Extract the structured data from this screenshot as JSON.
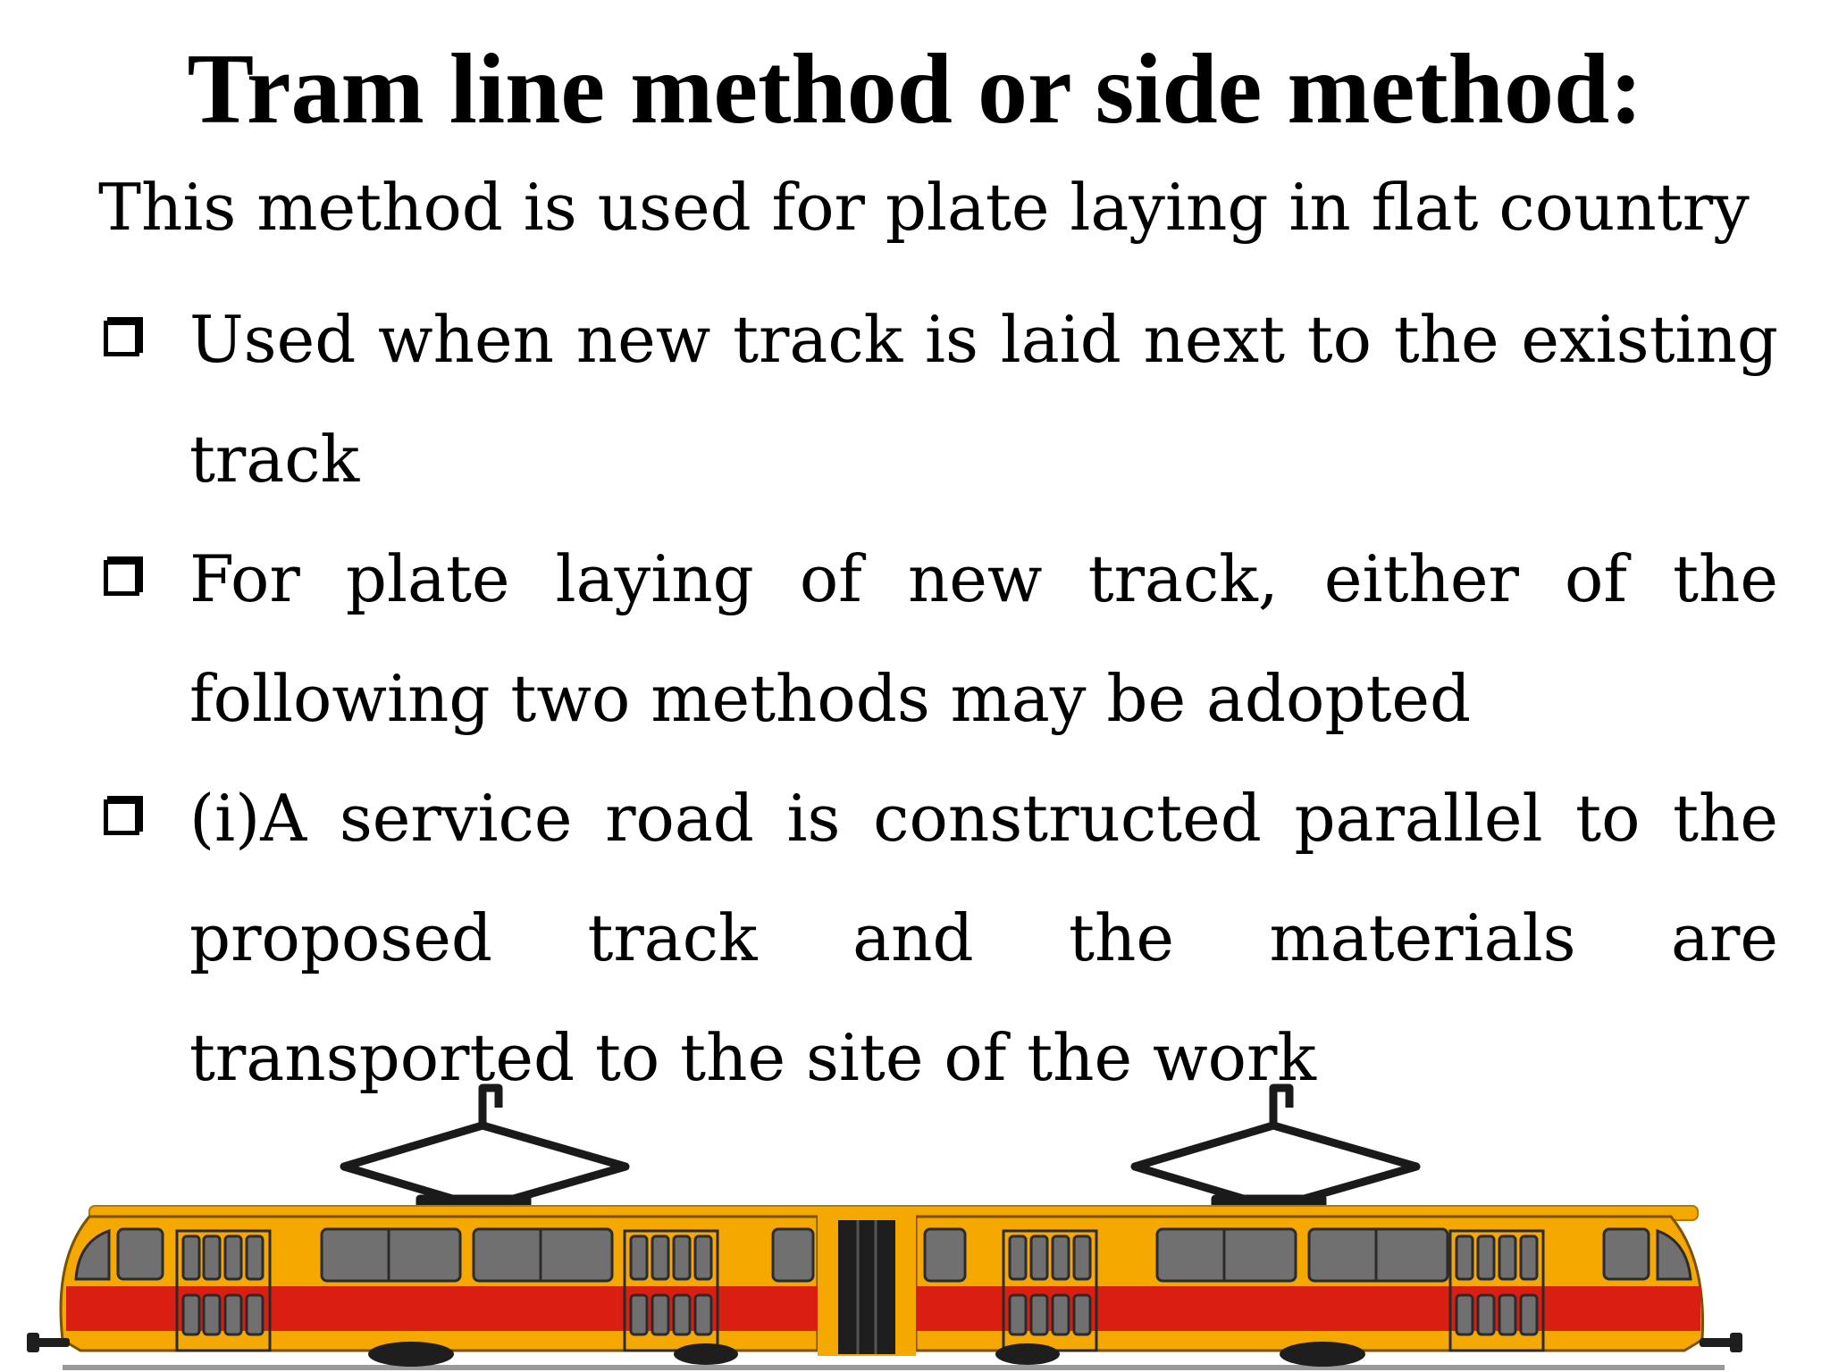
{
  "slide": {
    "title": "Tram line method or side method:",
    "intro": "This method is used for plate laying in flat country",
    "bullets": [
      "Used when new track is laid next to the existing track",
      "For plate laying of new track, either of the following two methods may be adopted",
      "(i)A service road is constructed parallel to the proposed track and the materials are transported to the site of the work"
    ],
    "bullet_icon": "hollow-square-box-icon"
  },
  "illustration": {
    "subject": "tram-illustration",
    "colors": {
      "body": "#F5A800",
      "stripe": "#D91F11",
      "window": "#707070",
      "outline": "#2b2b2b",
      "rail": "#9a9a9a"
    }
  }
}
